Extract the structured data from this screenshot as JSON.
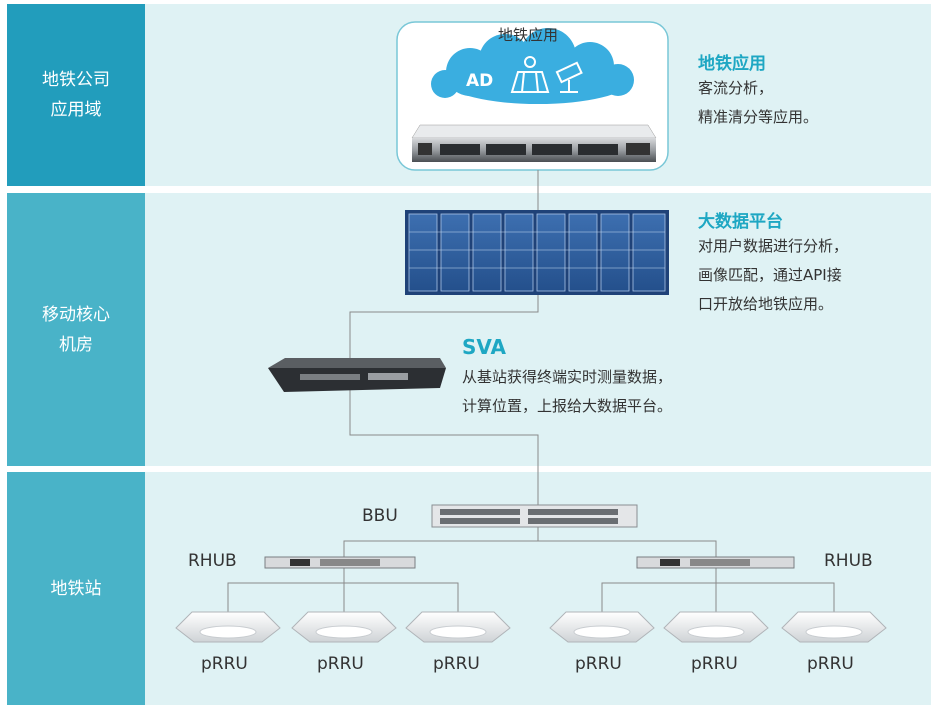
{
  "domains": [
    {
      "label": "地铁公司\n应用域"
    },
    {
      "label": "移动核心\n机房"
    },
    {
      "label": "地铁站"
    }
  ],
  "app_box": {
    "title": "地铁应用",
    "cloud_text": "AD"
  },
  "descriptions": {
    "metro_app": {
      "title": "地铁应用",
      "body": "客流分析，\n精准清分等应用。"
    },
    "bigdata": {
      "title": "大数据平台",
      "body": "对用户数据进行分析，\n画像匹配，通过API接\n口开放给地铁应用。"
    },
    "sva": {
      "title": "SVA",
      "body": "从基站获得终端实时测量数据，\n计算位置，上报给大数据平台。"
    }
  },
  "devices": {
    "bbu": "BBU",
    "rhub_left": "RHUB",
    "rhub_right": "RHUB",
    "prru": [
      "pRRU",
      "pRRU",
      "pRRU",
      "pRRU",
      "pRRU",
      "pRRU"
    ]
  },
  "colors": {
    "band_bg": "#dff2f4",
    "side_light": "#49b3c8",
    "side_dark": "#229dbc",
    "accent": "#1ea7c3",
    "cloud": "#3aaee0",
    "rack": "#2f5d9c"
  },
  "icons": [
    "ad-text",
    "map-icon",
    "camera-icon"
  ]
}
